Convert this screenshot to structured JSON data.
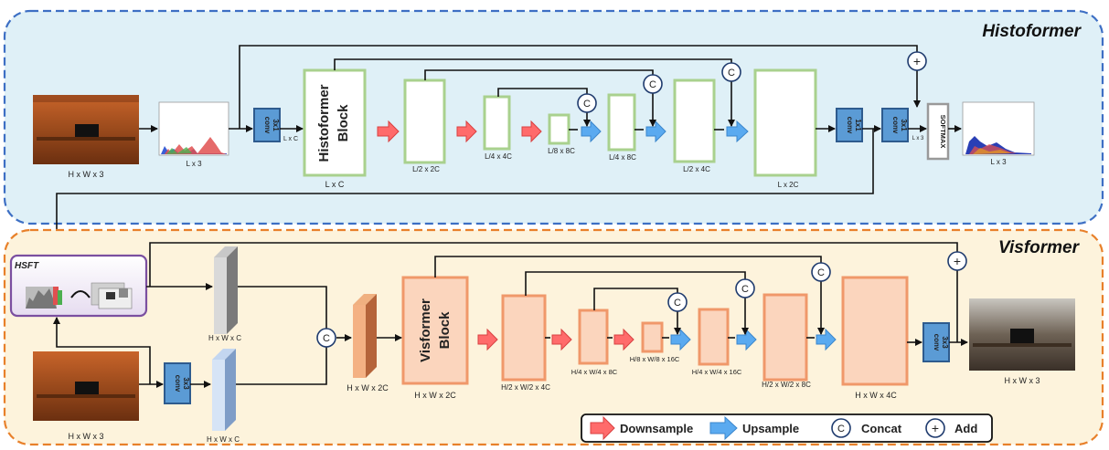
{
  "histoformer": {
    "title": "Histoformer",
    "input_label": "H x W x 3",
    "hist_in_label": "L x 3",
    "conv1_label": "conv",
    "conv1_size": "3x1",
    "conv1_out": "L x C",
    "block_line1": "Histoformer",
    "block_line2": "Block",
    "block_dim": "L x C",
    "enc1_dim": "L/2 x 2C",
    "enc2_dim": "L/4 x 4C",
    "bottleneck_dim": "L/8 x 8C",
    "dec1_dim": "L/4 x 8C",
    "dec2_dim": "L/2 x 4C",
    "dec3_dim": "L x 2C",
    "conv2_label": "conv",
    "conv2_size": "1x1",
    "conv3_label": "conv",
    "conv3_size": "3x1",
    "conv3_out": "L x 3",
    "softmax_label": "SOFTMAX",
    "hist_out_label": "L x 3"
  },
  "visformer": {
    "title": "Visformer",
    "hsft_label": "HSFT",
    "feat1_dim": "H x W x C",
    "input_label": "H x W x 3",
    "conv_label": "conv",
    "conv_size": "3x3",
    "feat2_dim": "H x W x C",
    "concat_dim": "H x W x 2C",
    "block_line1": "Visformer",
    "block_line2": "Block",
    "block_dim": "H x W x 2C",
    "enc1_dim": "H/2 x W/2 x 4C",
    "enc2_dim": "H/4 x W/4 x 8C",
    "bottleneck_dim": "H/8 x W/8 x 16C",
    "dec1_dim": "H/4 x W/4 x 16C",
    "dec2_dim": "H/2 x W/2 x 8C",
    "dec3_dim": "H x W x 4C",
    "out_conv_label": "conv",
    "out_conv_size": "3x3",
    "output_label": "H x W x 3"
  },
  "legend": {
    "downsample": "Downsample",
    "upsample": "Upsample",
    "concat_symbol": "C",
    "concat": "Concat",
    "add_symbol": "+",
    "add": "Add"
  },
  "symbols": {
    "concat": "C",
    "add": "+"
  },
  "colors": {
    "histoformer_bg": "#dff0f7",
    "histoformer_border": "#3d6fc4",
    "visformer_bg": "#fdf3dc",
    "visformer_border": "#e8802a",
    "green_box": "#a9d18e",
    "orange_box": "#f4b183",
    "orange_fill": "#fbd5bd",
    "conv_fill": "#5b9bd5",
    "downsample_arrow": "#ff6b6b",
    "upsample_arrow": "#5aaaf0"
  }
}
